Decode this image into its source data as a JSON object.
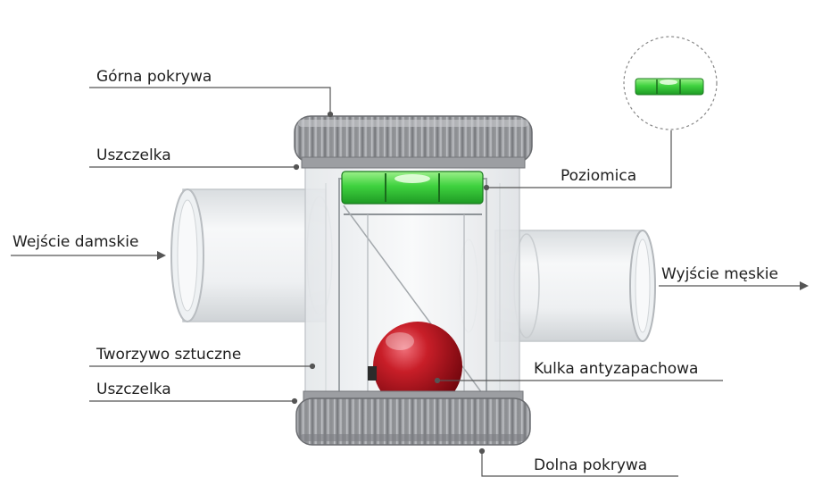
{
  "labels": {
    "top_cover": "Górna pokrywa",
    "seal_top": "Uszczelka",
    "level": "Poziomica",
    "female_inlet": "Wejście damskie",
    "male_outlet": "Wyjście męskie",
    "plastic": "Tworzywo sztuczne",
    "anti_odor_ball": "Kulka antyzapachowa",
    "seal_bottom": "Uszczelka",
    "bottom_cover": "Dolna pokrywa"
  },
  "colors": {
    "cap_gray": "#8e9094",
    "level_green": "#3fd23f",
    "ball_red": "#b3121c",
    "leader_line": "#555555"
  }
}
